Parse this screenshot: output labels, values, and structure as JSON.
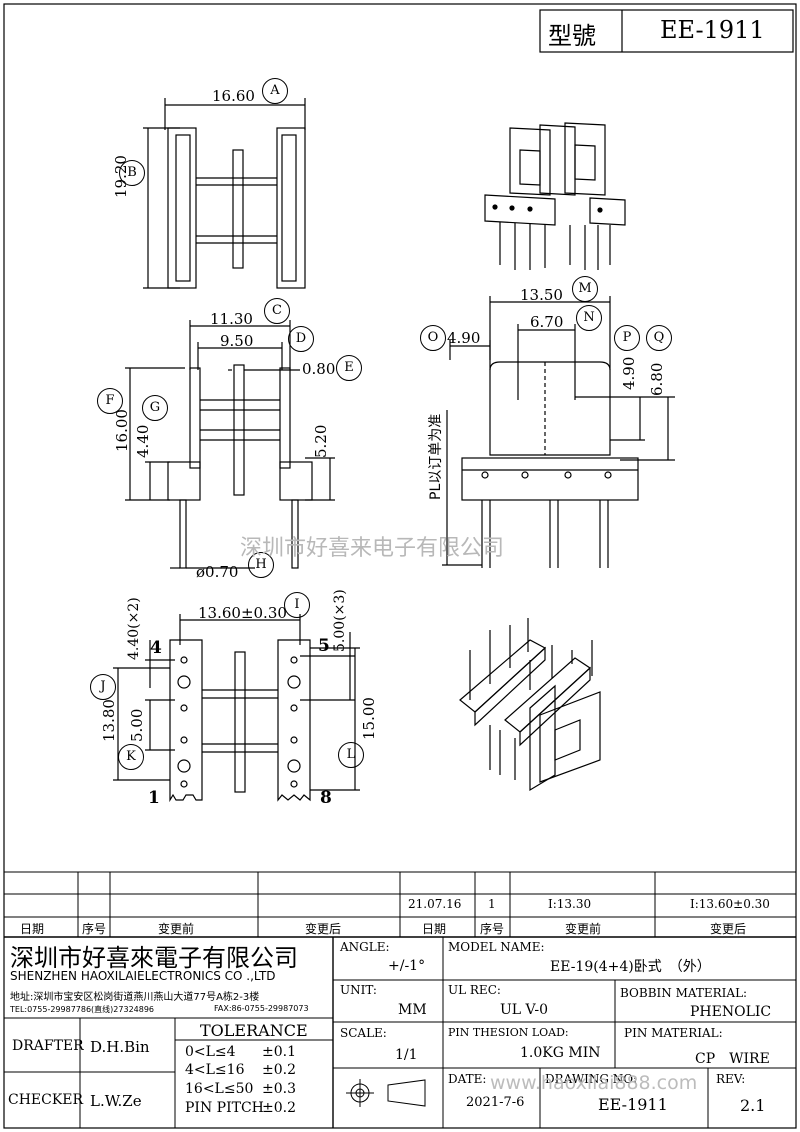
{
  "header": {
    "model_label": "型號",
    "model_value": "EE-1911"
  },
  "dims": {
    "top_width": "16.60",
    "top_width_tag": "A",
    "top_height": "19.20",
    "top_height_tag": "B",
    "front_w1": "11.30",
    "front_w1_tag": "C",
    "front_w2": "9.50",
    "front_w2_tag": "D",
    "front_thk": "0.80",
    "front_thk_tag": "E",
    "front_h1": "16.00",
    "front_h1_tag": "F",
    "front_h2": "4.40",
    "front_h2_tag": "G",
    "front_h3": "5.20",
    "pin_dia": "ø0.70",
    "pin_dia_tag": "H",
    "side_w1": "13.50",
    "side_w1_tag": "M",
    "side_w2": "6.70",
    "side_w2_tag": "N",
    "side_w3": "4.90",
    "side_w3_tag": "O",
    "side_h1": "4.90",
    "side_h1_tag": "P",
    "side_h2": "6.80",
    "side_h2_tag": "Q",
    "side_note": "PL以订单为准",
    "bot_w": "13.60±0.30",
    "bot_w_tag": "I",
    "bot_h1": "4.40(×2)",
    "bot_h2": "5.00(×3)",
    "bot_h3": "13.80",
    "bot_h3_tag": "J",
    "bot_h4": "5.00",
    "bot_h4_tag": "K",
    "bot_h5": "15.00",
    "bot_h5_tag": "L",
    "pin_4": "4",
    "pin_5": "5",
    "pin_1": "1",
    "pin_8": "8"
  },
  "watermark": "深圳市好喜来电子有限公司",
  "revision": {
    "row": [
      "21.07.16",
      "1",
      "I:13.30",
      "I:13.60±0.30"
    ],
    "headers": [
      "日期",
      "序号",
      "变更前",
      "变更后",
      "日期",
      "序号",
      "变更前",
      "变更后"
    ]
  },
  "company": {
    "name_cn": "深圳市好喜來電子有限公司",
    "name_en": "SHENZHEN HAOXILAIELECTRONICS CO .,LTD",
    "address": "地址:深圳市宝安区松岗街道燕川燕山大道77号A栋2-3楼",
    "tel": "TEL:0755-29987786(直线)27324896",
    "fax": "FAX:86-0755-29987073"
  },
  "titleblock": {
    "angle_label": "ANGLE:",
    "angle_value": "+/-1°",
    "model_name_label": "MODEL NAME:",
    "model_name_value": "EE-19(4+4)卧式　（外）",
    "unit_label": "UNIT:",
    "unit_value": "MM",
    "ul_label": "UL REC:",
    "ul_value": "UL V-0",
    "bobbin_label": "BOBBIN MATERIAL:",
    "bobbin_value": "PHENOLIC",
    "scale_label": "SCALE:",
    "scale_value": "1/1",
    "pin_load_label": "PIN THESION LOAD:",
    "pin_load_value": "1.0KG MIN",
    "pin_mat_label": "PIN MATERIAL:",
    "pin_mat_value": "CP　WIRE",
    "date_label": "DATE:",
    "date_value": "2021-7-6",
    "drawing_label": "DRAWING NO:",
    "drawing_value": "EE-1911",
    "rev_label": "REV:",
    "rev_value": "2.1",
    "drafter_label": "DRAFTER",
    "drafter_value": "D.H.Bin",
    "checker_label": "CHECKER",
    "checker_value": "L.W.Ze",
    "tolerance_label": "TOLERANCE",
    "tol": [
      {
        "range": "0<L≤4",
        "val": "±0.1"
      },
      {
        "range": "4<L≤16",
        "val": "±0.2"
      },
      {
        "range": "16<L≤50",
        "val": "±0.3"
      },
      {
        "range": "PIN PITCH",
        "val": "±0.2"
      }
    ],
    "site_watermark": "www.haoxilai888.com"
  }
}
